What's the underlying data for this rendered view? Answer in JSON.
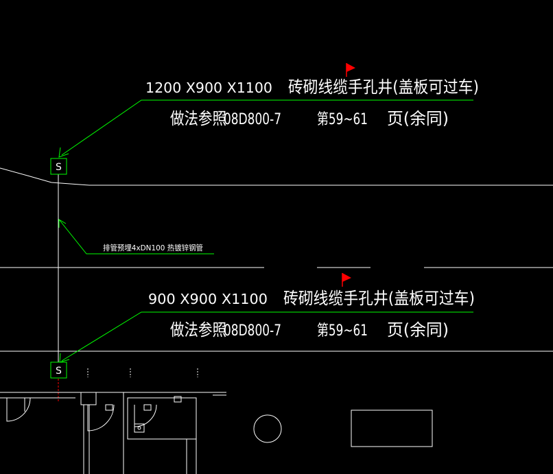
{
  "annotations": {
    "top": {
      "dimension_line": "1200    X900    X1100",
      "desc": "砖砌线缆手孔井(盖板可过车)",
      "method_label": "做法参照",
      "spec_code": "08D800-7",
      "page_ref": "第59~61",
      "page_suffix": "页(余同)"
    },
    "bottom": {
      "dimension_line": "900    X900    X1100",
      "desc": "砖砌线缆手孔井(盖板可过车)",
      "method_label": "做法参照",
      "spec_code": "08D800-7",
      "page_ref": "第59~61",
      "page_suffix": "页(余同)"
    },
    "pipe_label": "排管预埋4xDN100    热镀锌钢管"
  },
  "symbols": {
    "manhole_letter": "S"
  },
  "colors": {
    "background": "#000000",
    "linework": "#ffffff",
    "leader": "#00ff00",
    "flag": "#ff0000"
  }
}
